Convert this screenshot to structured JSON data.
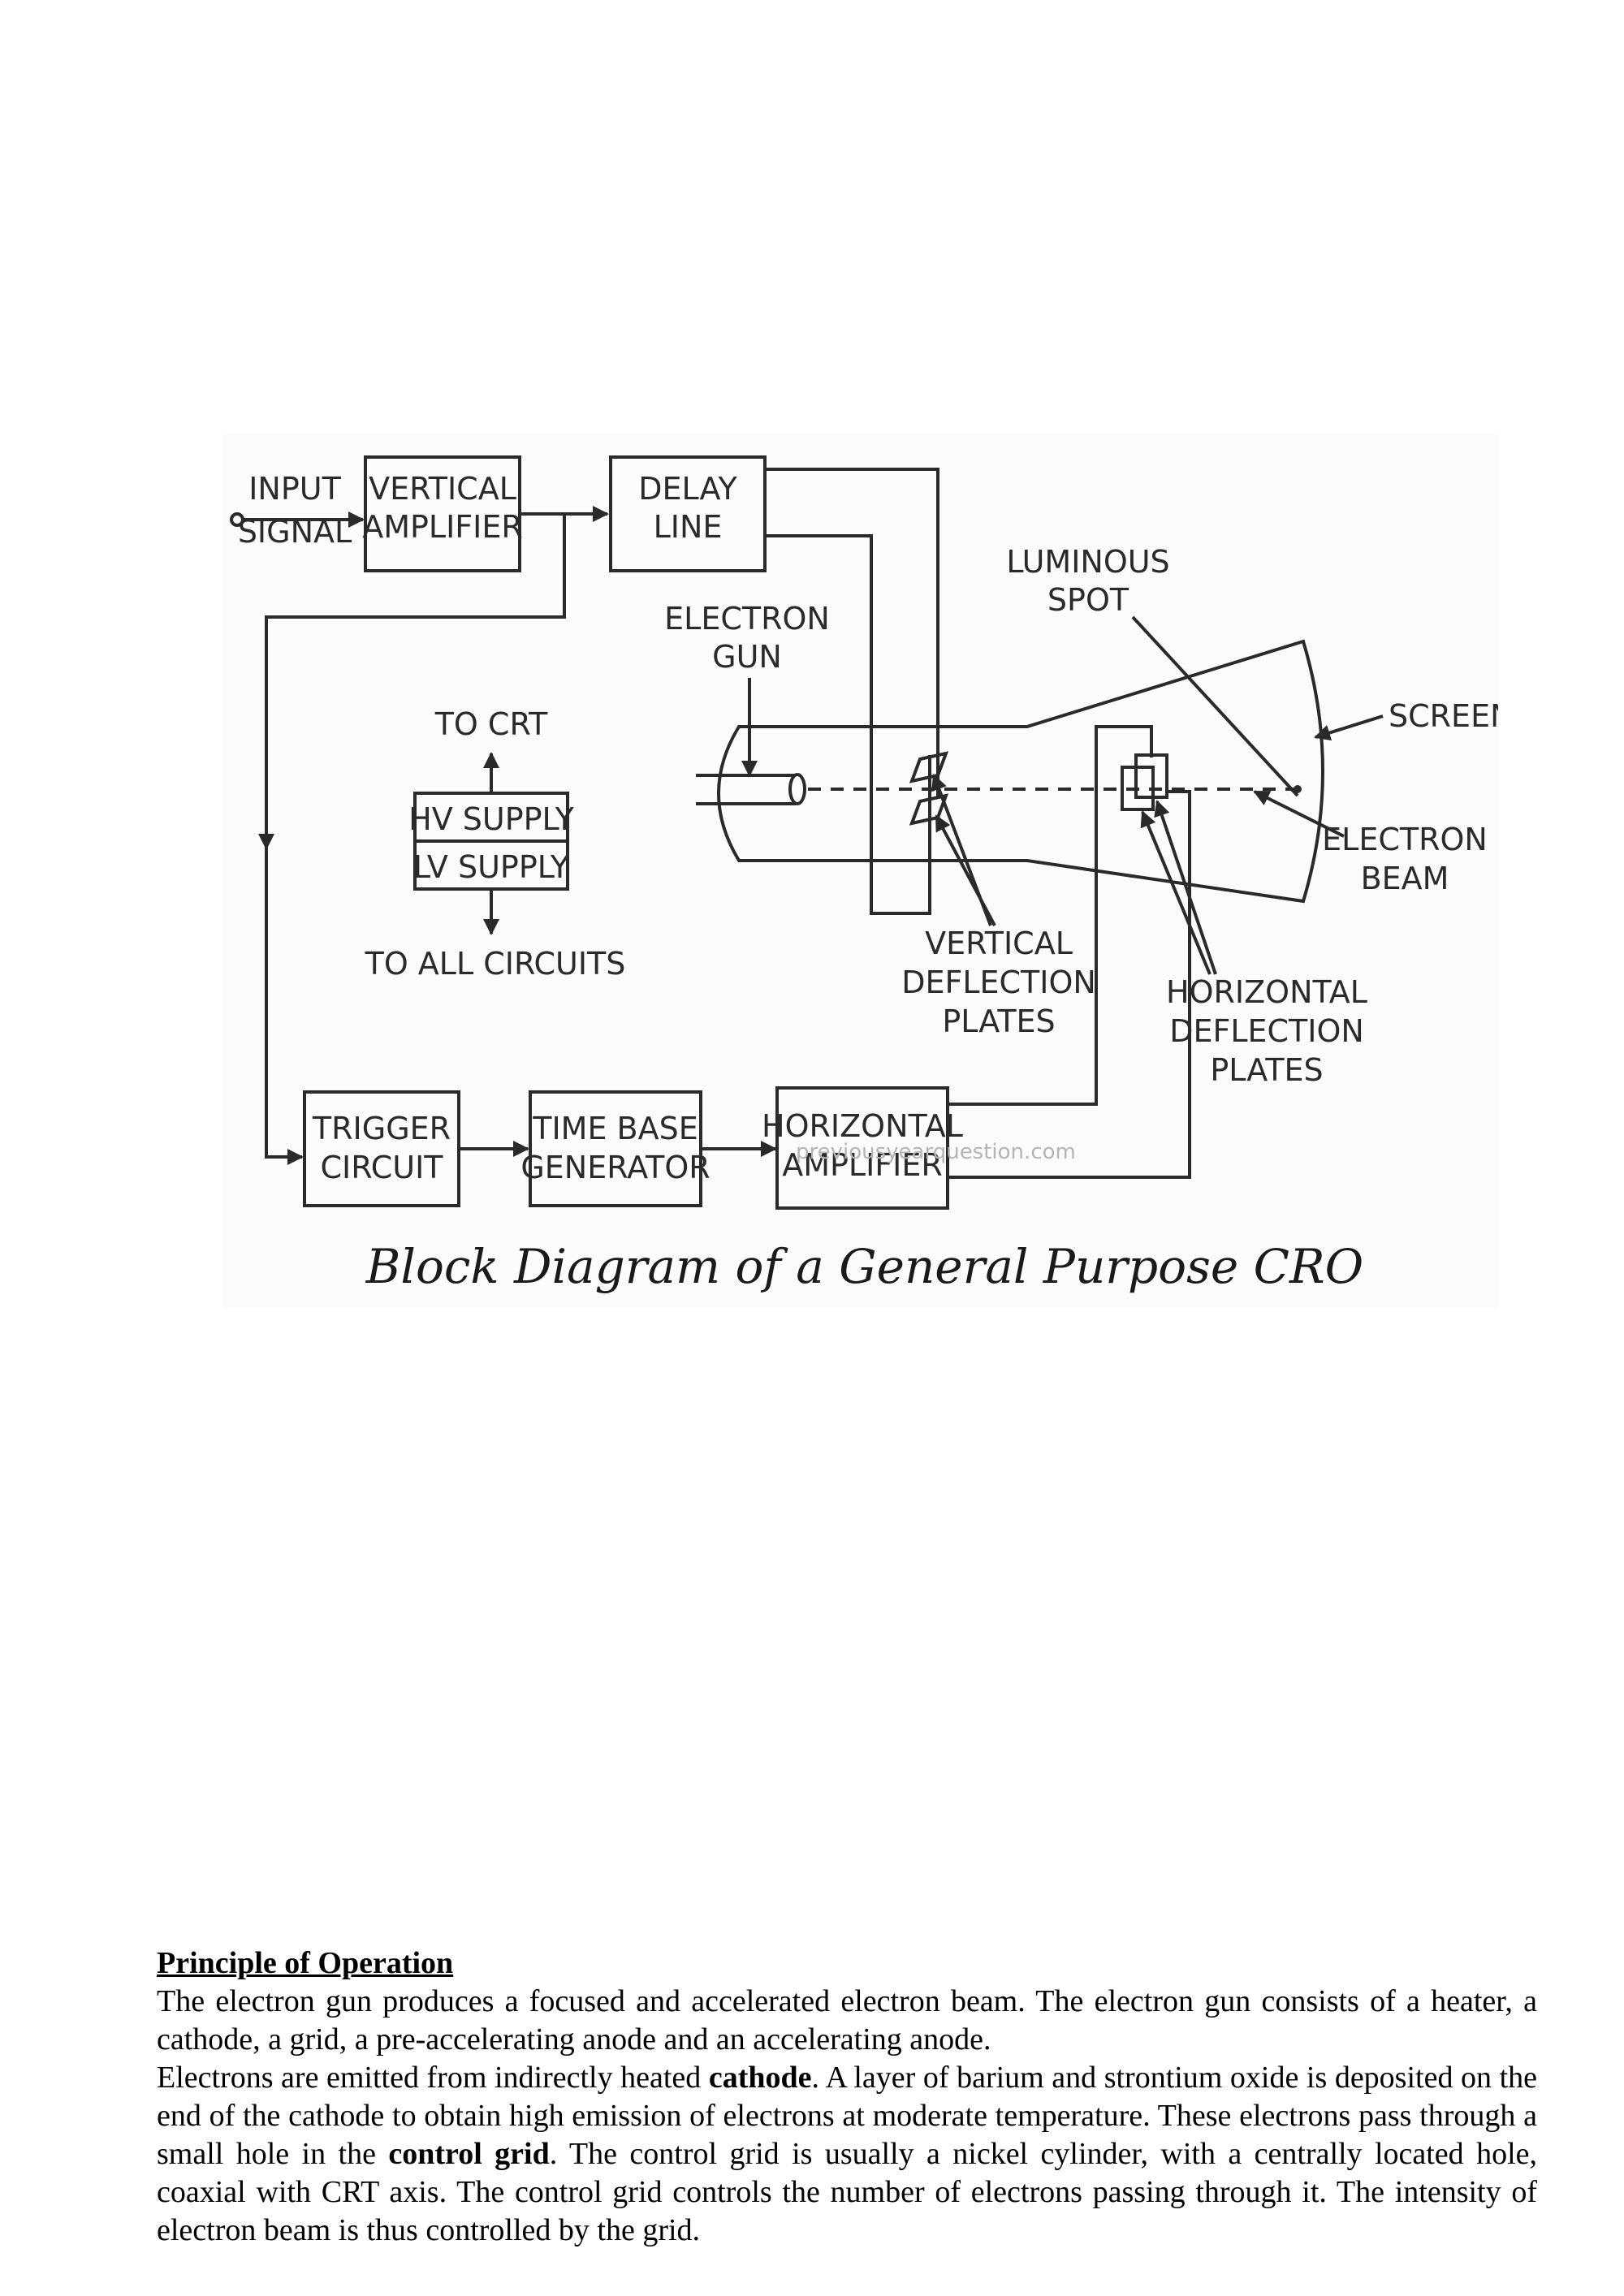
{
  "diagram": {
    "labels": {
      "input_signal": [
        "INPUT",
        "SIGNAL"
      ],
      "vertical_amplifier": [
        "VERTICAL",
        "AMPLIFIER"
      ],
      "delay_line": [
        "DELAY",
        "LINE"
      ],
      "luminous_spot": [
        "LUMINOUS",
        "SPOT"
      ],
      "electron_gun": [
        "ELECTRON",
        "GUN"
      ],
      "to_crt": "TO CRT",
      "screen": "SCREEN",
      "hv_supply": "HV SUPPLY",
      "lv_supply": "LV SUPPLY",
      "electron_beam": [
        "ELECTRON",
        "BEAM"
      ],
      "to_all_circuits": "TO ALL CIRCUITS",
      "vertical_deflection_plates": [
        "VERTICAL",
        "DEFLECTION",
        "PLATES"
      ],
      "horizontal_deflection_plates": [
        "HORIZONTAL",
        "DEFLECTION",
        "PLATES"
      ],
      "trigger_circuit": [
        "TRIGGER",
        "CIRCUIT"
      ],
      "time_base_generator": [
        "TIME BASE",
        "GENERATOR"
      ],
      "horizontal_amplifier": [
        "HORIZONTAL",
        "AMPLIFIER"
      ]
    },
    "watermark": "previousyearquestion.com",
    "caption": "Block Diagram of a General Purpose CRO"
  },
  "text": {
    "heading": "Principle of Operation",
    "p1": "The electron gun produces a focused and accelerated electron beam. The electron gun consists of a heater, a cathode, a grid, a pre-accelerating anode and an accelerating anode.",
    "p2_a": "Electrons are emitted from indirectly heated ",
    "p2_b": "cathode",
    "p2_c": ". A layer of barium and strontium oxide is deposited on the end of the cathode to obtain high emission of electrons at moderate temperature. These electrons pass through a small hole in the ",
    "p2_d": "control grid",
    "p2_e": ". The control grid is usually a nickel cylinder, with a centrally located hole, coaxial with CRT axis. The control grid controls the number of electrons passing through it. The intensity of electron beam is thus controlled by the grid."
  }
}
